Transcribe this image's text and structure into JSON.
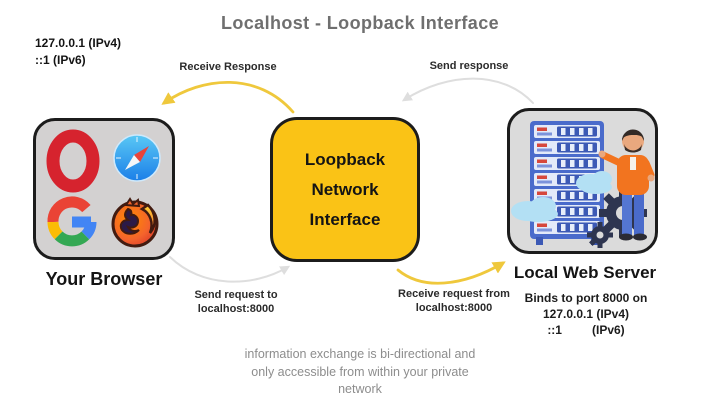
{
  "title": "Localhost - Loopback Interface",
  "top_left_ips": "127.0.0.1 (IPv4)\n::1 (IPv6)",
  "browser": {
    "label": "Your Browser",
    "icons": [
      "opera-icon",
      "safari-icon",
      "google-icon",
      "firefox-icon"
    ]
  },
  "loopback": {
    "label": "Loopback\nNetwork\nInterface"
  },
  "server": {
    "label": "Local Web Server",
    "binds": "Binds to port 8000 on\n127.0.0.1 (IPv4)\n::1         (IPv6)",
    "illustration": "server-rack-with-admin-clouds-gears"
  },
  "arrows": {
    "receive_response": {
      "label": "Receive Response",
      "direction": "loopback-to-browser"
    },
    "send_response": {
      "label": "Send response",
      "direction": "server-to-loopback"
    },
    "send_request": {
      "label": "Send request to\nlocalhost:8000",
      "direction": "browser-to-loopback"
    },
    "receive_request": {
      "label": "Receive request from\nlocalhost:8000",
      "direction": "loopback-to-server"
    }
  },
  "footer": "information exchange is bi-directional and\nonly accessible from within your private\nnetwork",
  "colors": {
    "arc_gold": "#EFC83C",
    "arc_gray": "#DEDEDE",
    "loopback_fill": "#FAC316",
    "box_border": "#1C1C1C",
    "browser_box_fill": "#D3D1D1",
    "server_box_fill": "#DBDBDB",
    "title_gray": "#6F6F6F",
    "footer_gray": "#8D8D8D"
  }
}
